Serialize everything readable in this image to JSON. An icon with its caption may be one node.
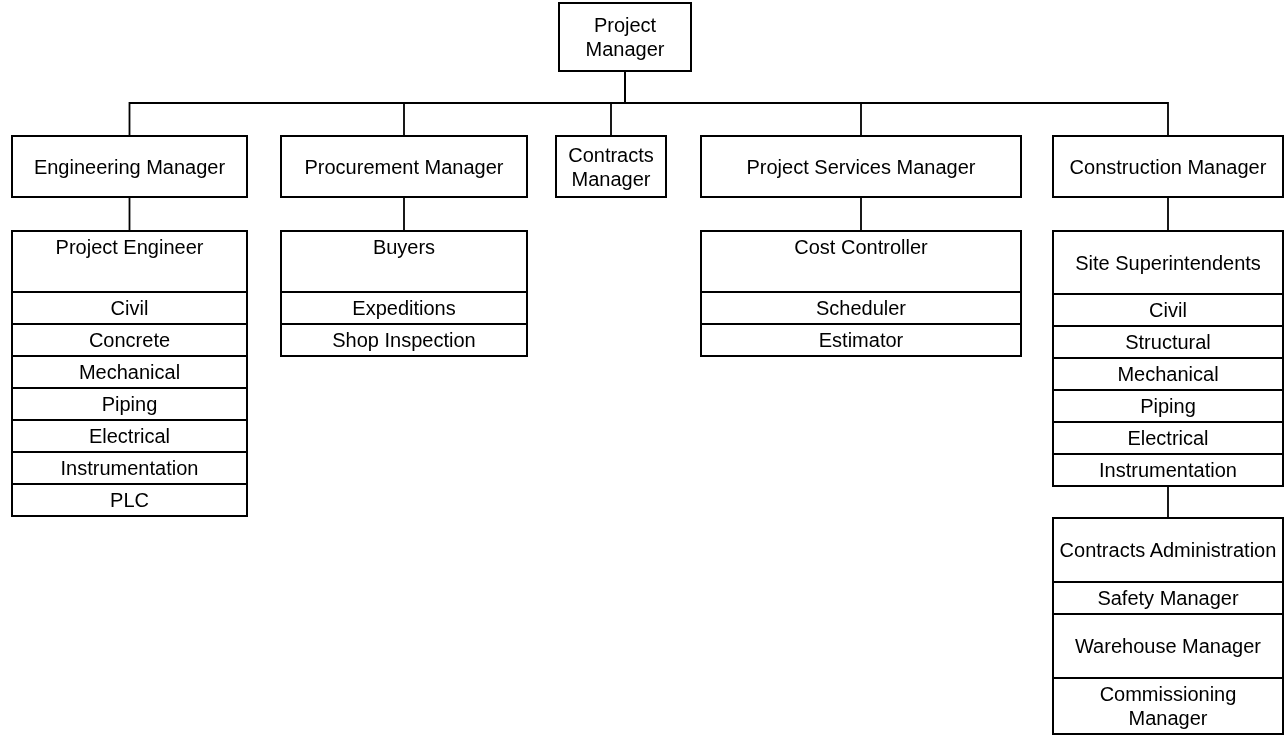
{
  "diagram": {
    "nodes": [
      {
        "text": [
          "Project Manager"
        ]
      },
      {
        "text": [
          "Engineering Manager"
        ]
      },
      {
        "text": [
          "Procurement Manager"
        ]
      },
      {
        "text": [
          "Contracts Manager"
        ]
      },
      {
        "text": [
          "Project Services Manager"
        ]
      },
      {
        "text": [
          "Construction Manager"
        ]
      },
      {
        "text": [
          "Project Engineer"
        ]
      },
      {
        "text": [
          "Civil"
        ]
      },
      {
        "text": [
          "Concrete"
        ]
      },
      {
        "text": [
          "Mechanical"
        ]
      },
      {
        "text": [
          "Piping"
        ]
      },
      {
        "text": [
          "Electrical"
        ]
      },
      {
        "text": [
          "Instrumentation"
        ]
      },
      {
        "text": [
          "PLC"
        ]
      },
      {
        "text": [
          "Buyers"
        ]
      },
      {
        "text": [
          "Expeditions"
        ]
      },
      {
        "text": [
          "Shop Inspection"
        ]
      },
      {
        "text": [
          "Cost Controller"
        ]
      },
      {
        "text": [
          "Scheduler"
        ]
      },
      {
        "text": [
          "Estimator"
        ]
      },
      {
        "text": [
          "Site Superintendents"
        ]
      },
      {
        "text": [
          "Civil"
        ]
      },
      {
        "text": [
          "Structural"
        ]
      },
      {
        "text": [
          "Mechanical"
        ]
      },
      {
        "text": [
          "Piping"
        ]
      },
      {
        "text": [
          "Electrical"
        ]
      },
      {
        "text": [
          "Instrumentation"
        ]
      },
      {
        "text": [
          "Contracts Administration"
        ]
      },
      {
        "text": [
          "Safety Manager"
        ]
      },
      {
        "text": [
          "Warehouse Manager"
        ]
      },
      {
        "text": [
          "Commissioning Manager"
        ]
      }
    ],
    "edges": [
      {
        "from": 0,
        "to": 1,
        "arrow": "none"
      },
      {
        "from": 0,
        "to": 2,
        "arrow": "none"
      },
      {
        "from": 0,
        "to": 3,
        "arrow": "none"
      },
      {
        "from": 0,
        "to": 4,
        "arrow": "none"
      },
      {
        "from": 0,
        "to": 5,
        "arrow": "none"
      },
      {
        "from": 1,
        "to": 6,
        "arrow": "none"
      },
      {
        "from": 2,
        "to": 14,
        "arrow": "none"
      },
      {
        "from": 4,
        "to": 17,
        "arrow": "none"
      },
      {
        "from": 5,
        "to": 20,
        "arrow": "none"
      },
      {
        "from": 26,
        "to": 27,
        "arrow": "none"
      }
    ]
  }
}
